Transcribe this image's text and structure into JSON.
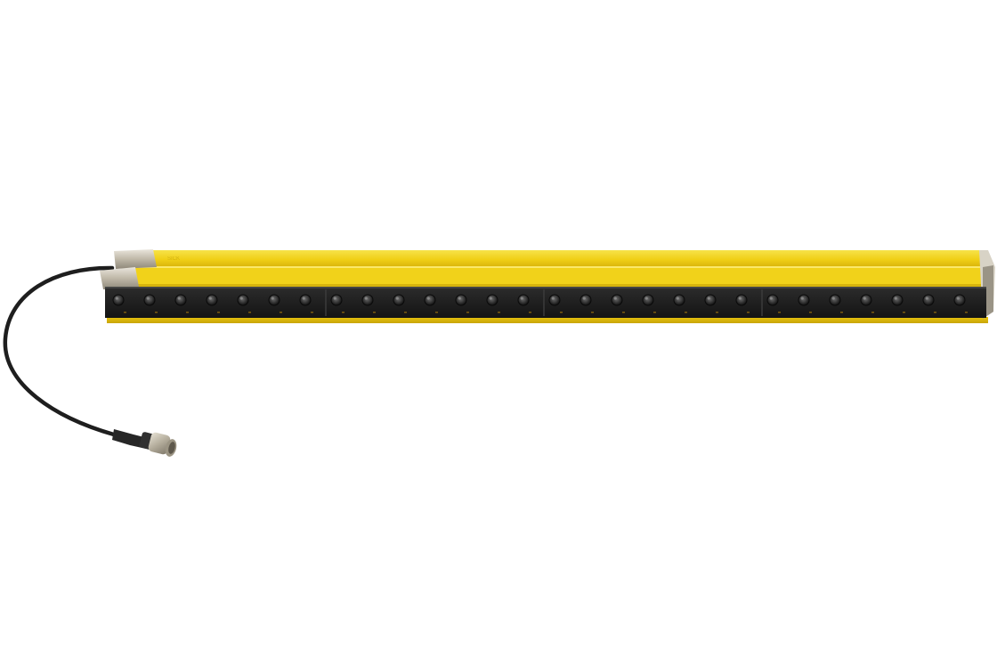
{
  "image": {
    "background_color": "#ffffff",
    "subject": "safety-light-curtain",
    "colors": {
      "housing_yellow": "#f2d21b",
      "housing_yellow_dark": "#c9a80a",
      "lens_panel": "#1f1f1f",
      "end_cap_metal": "#c8c2b6",
      "cable": "#222222",
      "connector_metal": "#b9b3a3"
    },
    "lens_groups": 4,
    "lenses_per_group": 7,
    "printed_label_on_housing": "SICK"
  }
}
